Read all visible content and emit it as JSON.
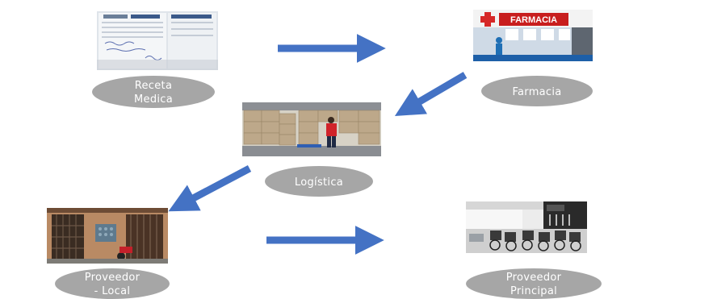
{
  "nodes": [
    {
      "id": "receta",
      "label": "Receta\nMedica",
      "image": "prescription-photo"
    },
    {
      "id": "farmacia",
      "label": "Farmacia",
      "image": "pharmacy-photo",
      "sign_text": "FARMACIA"
    },
    {
      "id": "logistica",
      "label": "Logística",
      "image": "warehouse-photo"
    },
    {
      "id": "proveedor-local",
      "label": "Proveedor\n- Local",
      "image": "local-supplier-photo"
    },
    {
      "id": "proveedor-principal",
      "label": "Proveedor\nPrincipal",
      "image": "main-supplier-photo"
    }
  ],
  "edges": [
    {
      "from": "receta",
      "to": "farmacia"
    },
    {
      "from": "farmacia",
      "to": "logistica"
    },
    {
      "from": "logistica",
      "to": "proveedor-local"
    },
    {
      "from": "proveedor-local",
      "to": "proveedor-principal"
    }
  ],
  "colors": {
    "arrow": "#4472c4",
    "oval": "#a6a6a6",
    "oval_text": "#ffffff"
  }
}
